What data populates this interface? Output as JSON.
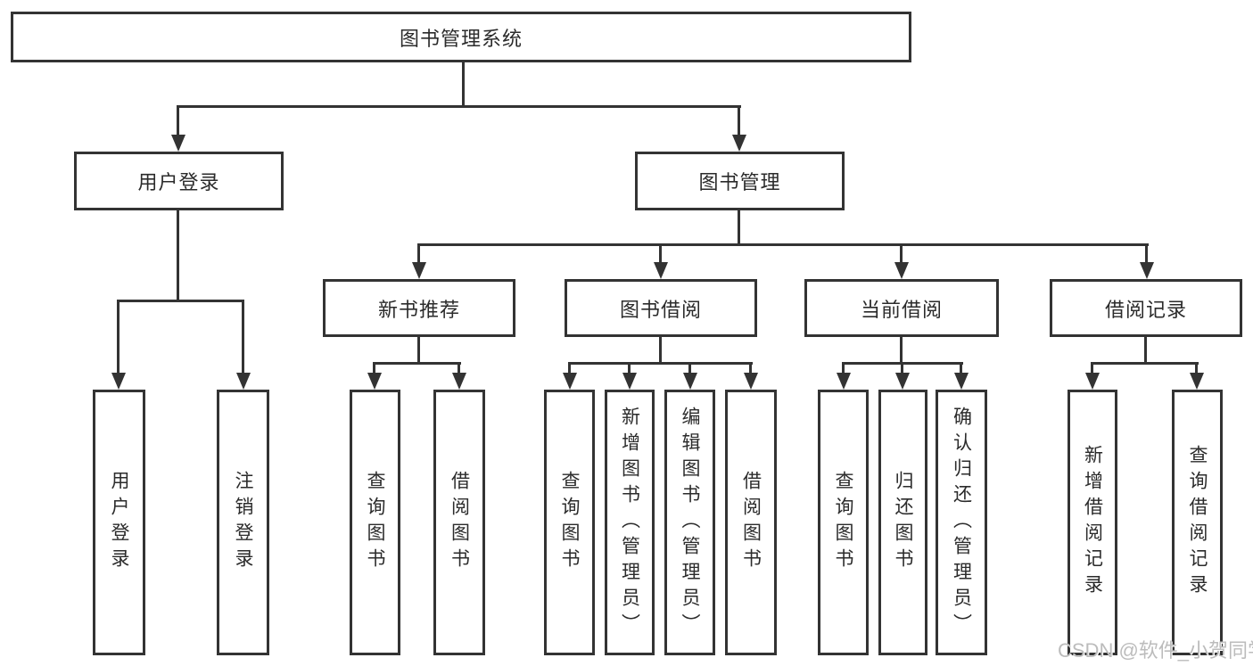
{
  "diagram": {
    "root": {
      "label": "图书管理系统"
    },
    "level2": [
      {
        "label": "用户登录",
        "children": [
          {
            "label": "用户登录"
          },
          {
            "label": "注销登录"
          }
        ]
      },
      {
        "label": "图书管理",
        "modules": [
          {
            "label": "新书推荐",
            "children": [
              {
                "label": "查询图书"
              },
              {
                "label": "借阅图书"
              }
            ]
          },
          {
            "label": "图书借阅",
            "children": [
              {
                "label": "查询图书"
              },
              {
                "label": "新增图书（管理员）"
              },
              {
                "label": "编辑图书（管理员）"
              },
              {
                "label": "借阅图书"
              }
            ]
          },
          {
            "label": "当前借阅",
            "children": [
              {
                "label": "查询图书"
              },
              {
                "label": "归还图书"
              },
              {
                "label": "确认归还（管理员）"
              }
            ]
          },
          {
            "label": "借阅记录",
            "children": [
              {
                "label": "新增借阅记录"
              },
              {
                "label": "查询借阅记录"
              }
            ]
          }
        ]
      }
    ]
  },
  "watermark": {
    "text": "CSDN @软件_小贺同学"
  },
  "colors": {
    "line": "#333333",
    "box_border": "#333333",
    "text": "#2b2b2b",
    "watermark": "#bcbcbc",
    "background": "#ffffff"
  }
}
